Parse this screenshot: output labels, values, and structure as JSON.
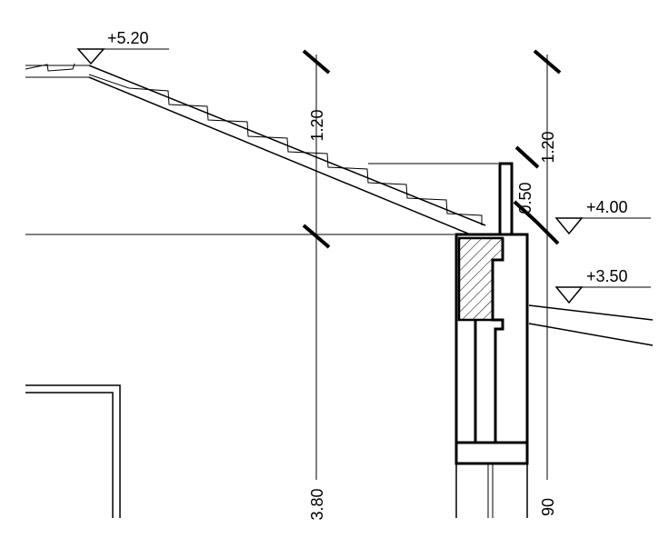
{
  "elevations": {
    "ridge": "+5.20",
    "eaves": "+4.00",
    "slab": "+3.50"
  },
  "dimensions": {
    "left_upper": "1.20",
    "left_lower": "3.80",
    "right_upper": "1.20",
    "right_middle": "0.50",
    "right_lower": "90"
  },
  "colors": {
    "ink": "#000000",
    "paper": "#ffffff"
  }
}
